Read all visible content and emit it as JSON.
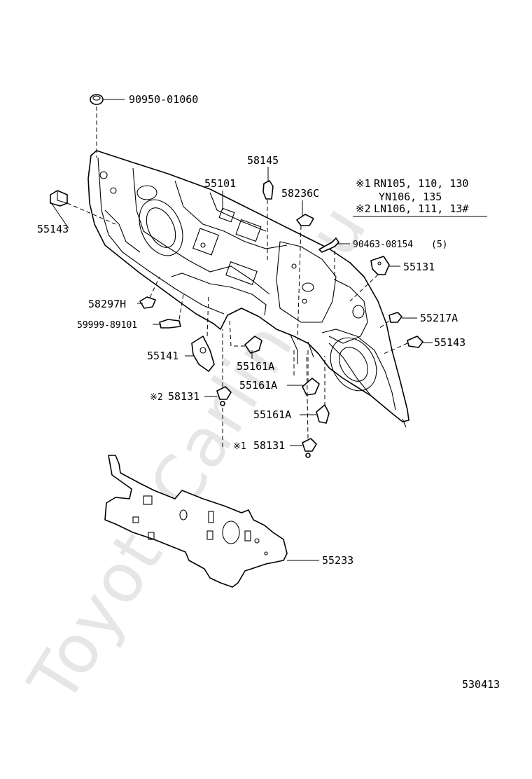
{
  "watermark": "ToyotaCarline.ru",
  "diagram_code": "530413",
  "legend": {
    "line1_mark": "※1",
    "line1_text": "RN105, 110, 130",
    "line2_text": "YN106, 135",
    "line3_mark": "※2",
    "line3_text": "LN106, 111, 13#"
  },
  "parts": {
    "p90950": "90950-01060",
    "p58145": "58145",
    "p55101": "55101",
    "p58236c": "58236C",
    "p55143_left": "55143",
    "p90463": "90463-08154",
    "p90463_qty": "(5)",
    "p55131": "55131",
    "p58297h": "58297H",
    "p59999": "59999-89101",
    "p55217a": "55217A",
    "p55143_right": "55143",
    "p55141": "55141",
    "p55161a_1": "55161A",
    "p55161a_2": "55161A",
    "p55161a_3": "55161A",
    "p58131_2": "58131",
    "p58131_2_mark": "※2",
    "p58131_1": "58131",
    "p58131_1_mark": "※1",
    "p55233": "55233"
  }
}
